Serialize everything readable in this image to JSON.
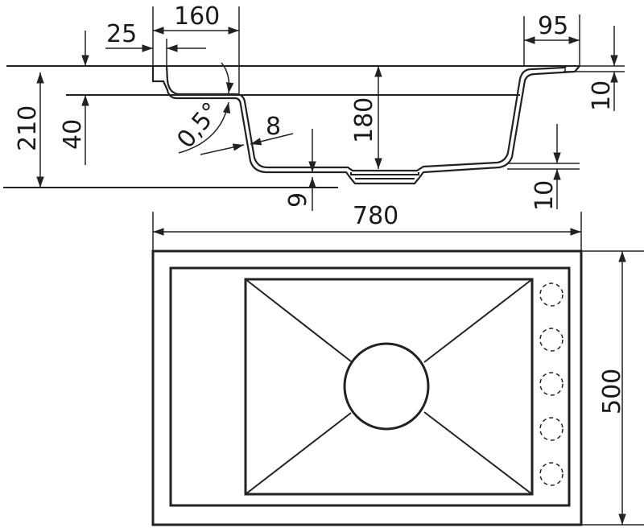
{
  "drawing": {
    "title": "Kitchen sink technical drawing",
    "line_color": "#222222",
    "background": "#ffffff"
  },
  "section_view": {
    "dimensions": {
      "rim_offset": "25",
      "bowl_setback": "160",
      "right_rim": "95",
      "right_rim_thickness": "10",
      "total_height": "210",
      "ledge_height": "40",
      "bowl_depth": "180",
      "wall_angle": "0,5°",
      "wall_thickness": "8",
      "drain_offset": "9",
      "bottom_thickness": "10"
    }
  },
  "plan_view": {
    "dimensions": {
      "width": "780",
      "depth": "500"
    },
    "tap_holes": {
      "count": 5,
      "style": "dashed"
    }
  }
}
